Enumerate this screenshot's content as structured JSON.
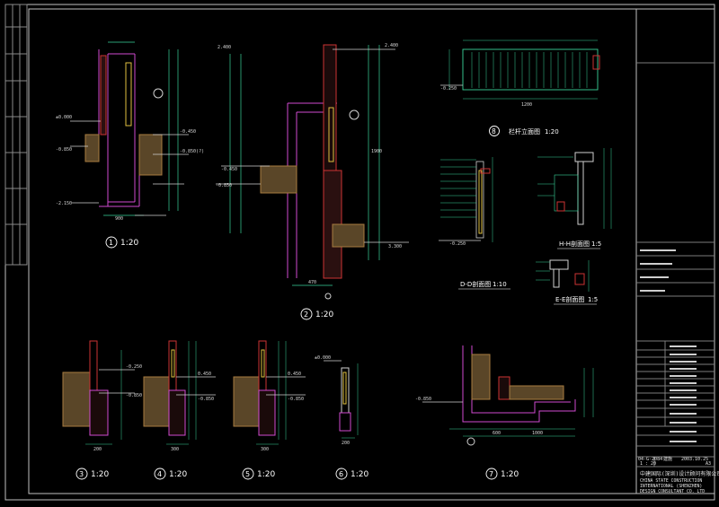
{
  "drawing": {
    "title_block": {
      "company_cn": "中建国际(深圳)设计顾问有限公司",
      "company_en_1": "CHINA STATE CONSTRUCTION",
      "company_en_2": "INTERNATIONAL (SHENZHEN)",
      "company_en_3": "DESIGN CONSULTANT CO. LTD",
      "date": "2003.10.25",
      "row_values": [
        "04-G-2084",
        "建施",
        "1 : 20",
        "2003.10.25",
        "A3"
      ]
    },
    "details": [
      {
        "id": "detail-1",
        "num": "1",
        "scale": "1:20"
      },
      {
        "id": "detail-2",
        "num": "2",
        "scale": "1:20"
      },
      {
        "id": "detail-3",
        "num": "3",
        "scale": "1:20"
      },
      {
        "id": "detail-4",
        "num": "4",
        "scale": "1:20"
      },
      {
        "id": "detail-5",
        "num": "5",
        "scale": "1:20"
      },
      {
        "id": "detail-6",
        "num": "6",
        "scale": "1:20"
      },
      {
        "id": "detail-7",
        "num": "7",
        "scale": "1:20"
      },
      {
        "id": "detail-8",
        "num": "8",
        "title": "栏杆立面图",
        "scale": "1:20"
      }
    ],
    "sections": [
      {
        "id": "section-dd",
        "title": "D-D剖面图",
        "scale": "1:10"
      },
      {
        "id": "section-hh",
        "title": "H-H剖面图",
        "scale": "1:5"
      },
      {
        "id": "section-ee",
        "title": "E-E剖面图",
        "scale": "1:5"
      }
    ],
    "elevations": {
      "e1": "±0.000",
      "e2": "-0.450",
      "e3": "-0.850",
      "e4": "-2.150",
      "e5": "2.400",
      "e6": "-0.250",
      "e7": "3.300",
      "e8": "1.200",
      "e9": "0.450",
      "e10": "-0.850(?)"
    },
    "dims": {
      "d900": "900",
      "d600": "600",
      "d300": "300",
      "d200": "200",
      "d470": "470",
      "d1900": "1900",
      "d1200": "1200",
      "d1000": "1000"
    }
  }
}
